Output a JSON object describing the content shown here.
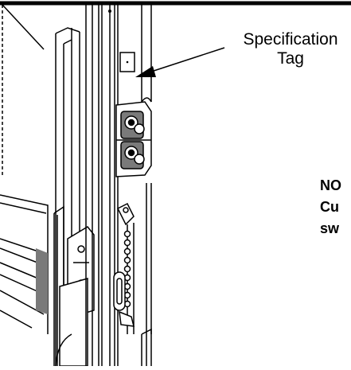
{
  "callout": {
    "line1": "Specification",
    "line2": "Tag"
  },
  "note": {
    "line1": "NO",
    "line2": "Cu",
    "line3": "sw"
  },
  "colors": {
    "ink": "#000000",
    "paper": "#ffffff",
    "shade": "#7a7a7a"
  },
  "icons": [
    "arrow-icon",
    "hinge-icon",
    "chain-icon"
  ]
}
